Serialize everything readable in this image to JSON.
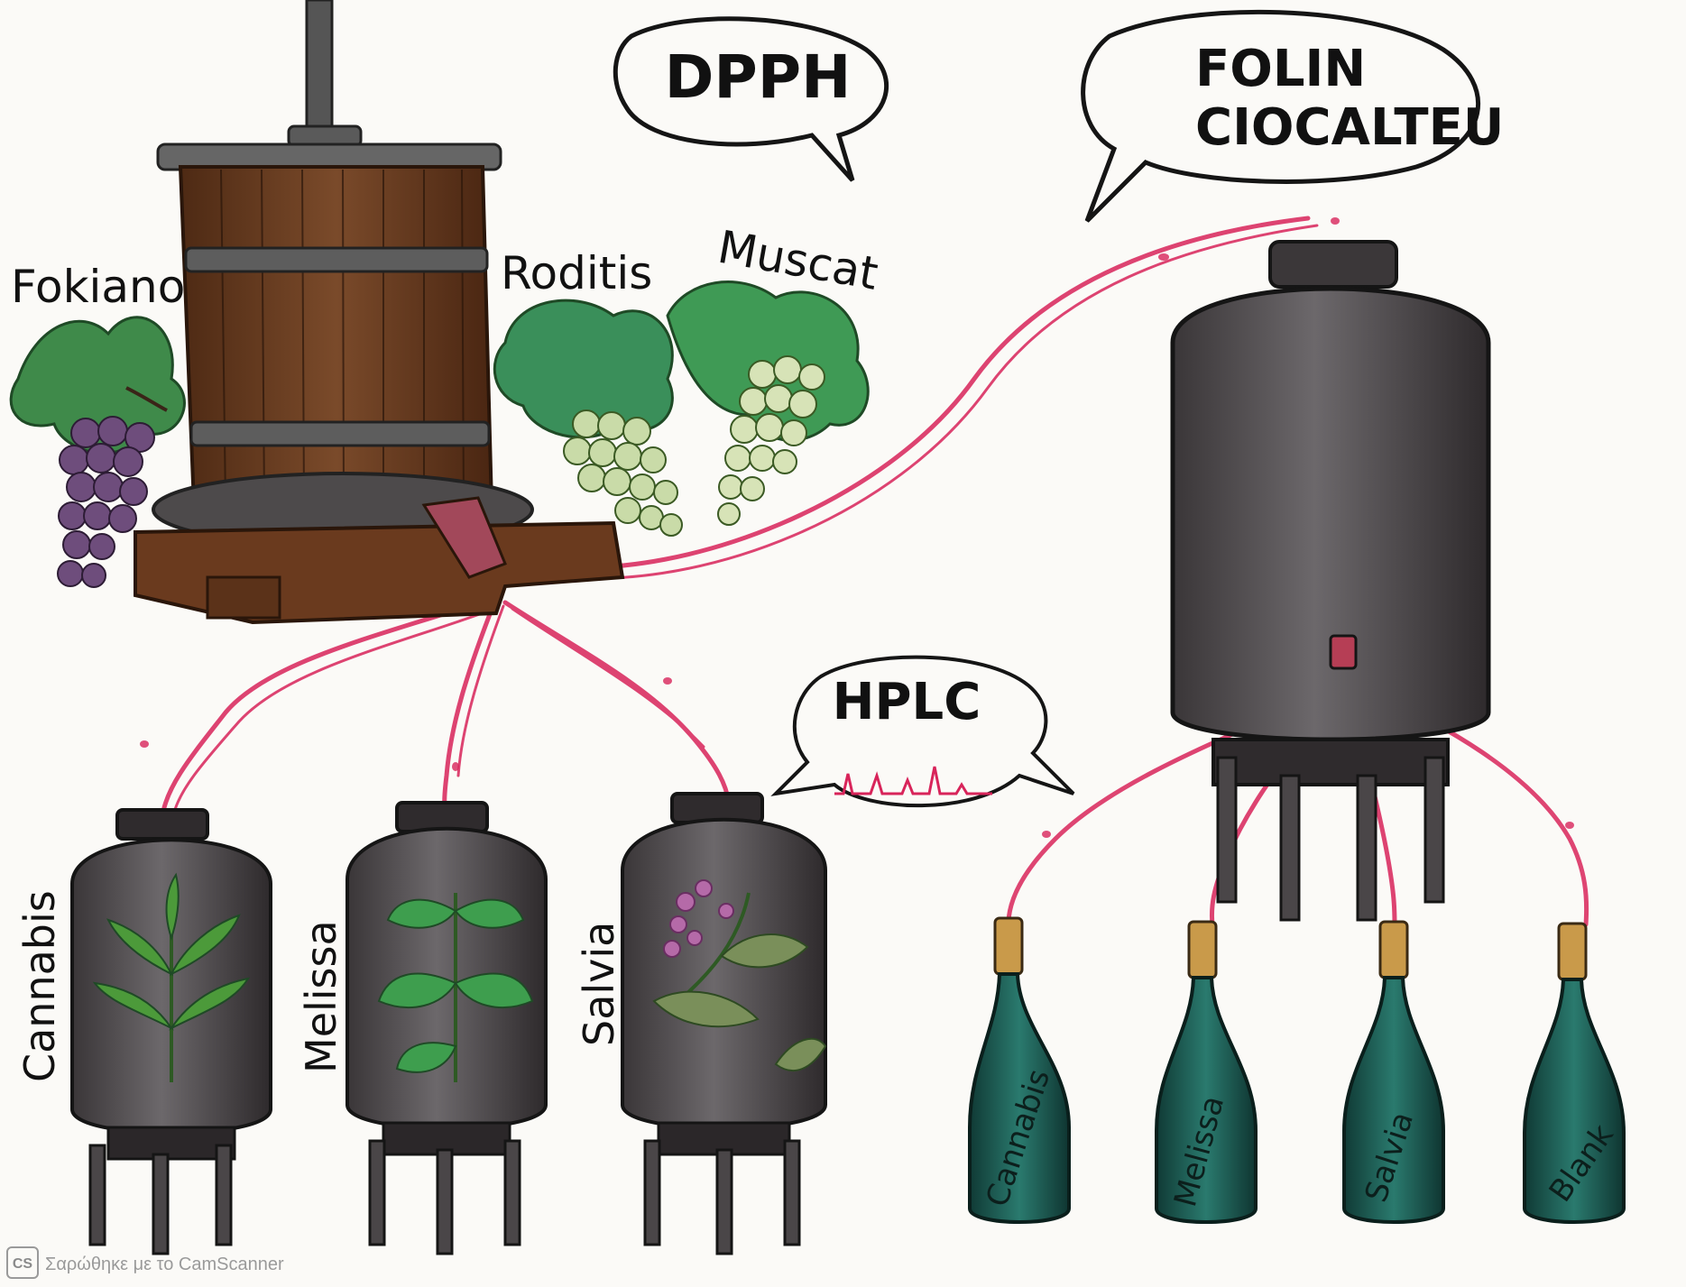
{
  "bubbles": {
    "dpph": "DPPH",
    "folin_line1": "FOLIN",
    "folin_line2": "CIOCALTEU",
    "hplc": "HPLC"
  },
  "grapes": {
    "fokiano": "Fokiano",
    "roditis": "Roditis",
    "muscat": "Muscat"
  },
  "tanks": {
    "cannabis": "Cannabis",
    "melissa": "Melissa",
    "salvia": "Salvia"
  },
  "bottles": {
    "cannabis": "Cannabis",
    "melissa": "Melissa",
    "salvia": "Salvia",
    "blank": "Blank"
  },
  "watermark": {
    "badge": "CS",
    "text": "Σαρώθηκε με το CamScanner"
  },
  "colors": {
    "wine_stream": "#d8245a",
    "tank_gray": "#5f5b5e",
    "press_wood": "#6e3f22",
    "bottle_green": "#1d5f57",
    "leaf_green": "#3a8f45"
  }
}
